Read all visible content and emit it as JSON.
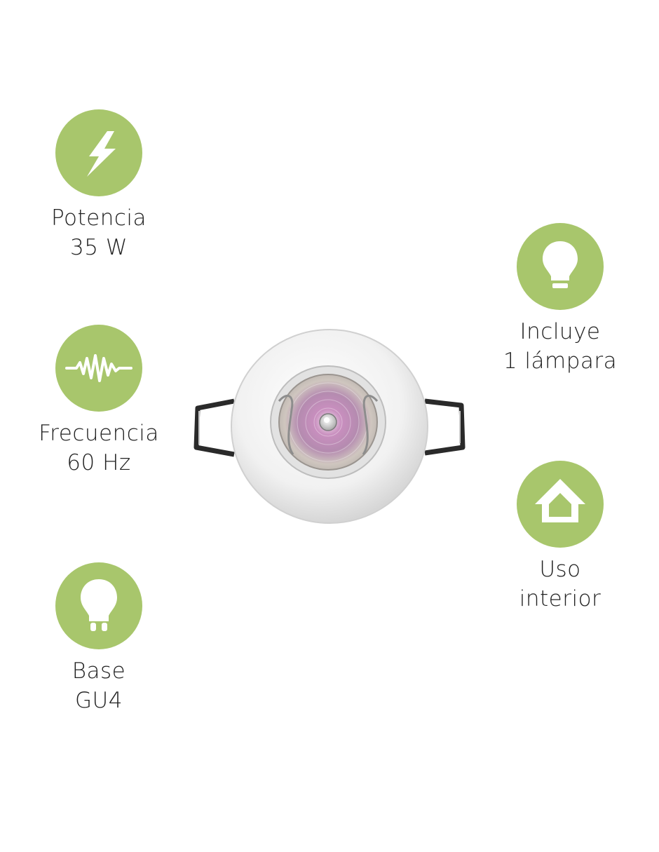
{
  "colors": {
    "accent": "#a8c66c",
    "text": "#222222",
    "icon": "#ffffff"
  },
  "features": {
    "potencia": {
      "icon": "lightning-bolt-icon",
      "line1": "Potencia",
      "line2": "35 W"
    },
    "frecuencia": {
      "icon": "frequency-wave-icon",
      "line1": "Frecuencia",
      "line2": "60 Hz"
    },
    "base": {
      "icon": "bulb-base-icon",
      "line1": "Base",
      "line2": "GU4"
    },
    "incluye": {
      "icon": "light-bulb-icon",
      "line1": "Incluye",
      "line2": "1 lámpara"
    },
    "uso": {
      "icon": "house-icon",
      "line1": "Uso",
      "line2": "interior"
    }
  },
  "product": {
    "image": "recessed-spotlight-fixture"
  }
}
